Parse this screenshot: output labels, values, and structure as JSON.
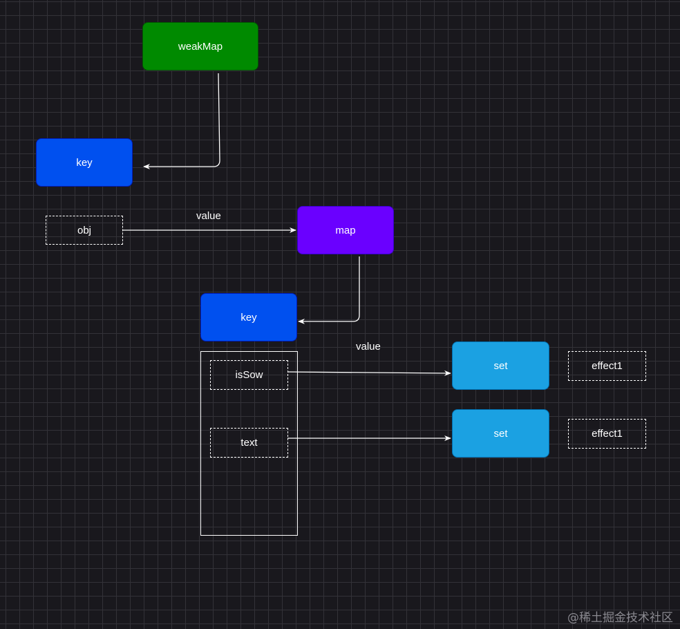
{
  "nodes": {
    "weakmap": "weakMap",
    "key1": "key",
    "obj": "obj",
    "map": "map",
    "key2": "key",
    "issow": "isSow",
    "text": "text",
    "set1": "set",
    "set2": "set",
    "effect1_a": "effect1",
    "effect1_b": "effect1"
  },
  "edge_labels": {
    "obj_to_map": "value",
    "key_to_set": "value"
  },
  "watermark": "@稀土掘金技术社区",
  "colors": {
    "background": "#19181d",
    "grid": "#333238",
    "weakmap_fill": "#008a00",
    "key_fill": "#0050ef",
    "map_fill": "#6a00ff",
    "set_fill": "#1ba1e2",
    "edge": "#ffffff"
  }
}
